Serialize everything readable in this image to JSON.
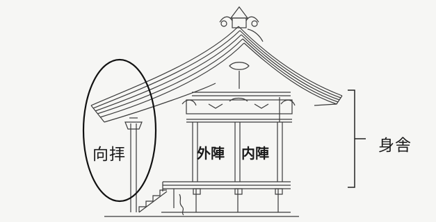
{
  "labels": {
    "kohai": "向拝",
    "gejin": "外陣",
    "naijin": "内陣",
    "shinsha": "身舎"
  },
  "colors": {
    "background": "#f6f6f4",
    "line": "#3a3a3a",
    "roof_shade": "#d9d9d4"
  }
}
